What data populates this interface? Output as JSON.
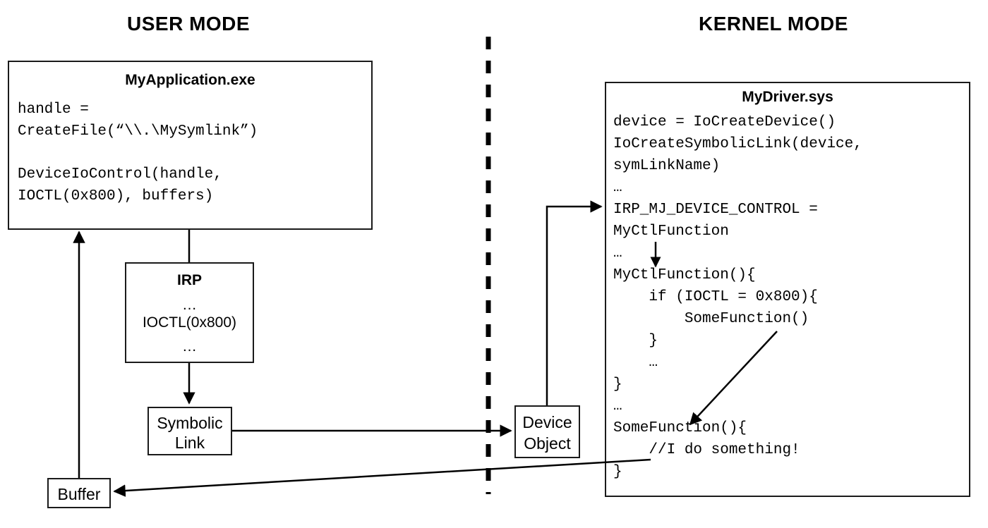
{
  "headers": {
    "user_mode": "USER MODE",
    "kernel_mode": "KERNEL MODE"
  },
  "app_box": {
    "title": "MyApplication.exe",
    "code_line_1": "handle =",
    "code_line_2": "CreateFile(“\\\\.\\MySymlink”)",
    "code_line_3": "DeviceIoControl(handle,",
    "code_line_4": "IOCTL(0x800), buffers)"
  },
  "irp_box": {
    "title": "IRP",
    "line_1": "…",
    "line_2": "IOCTL(0x800)",
    "line_3": "…"
  },
  "symlink_box": {
    "label_line_1": "Symbolic",
    "label_line_2": "Link"
  },
  "buffer_box": {
    "label": "Buffer"
  },
  "device_object_box": {
    "label_line_1": "Device",
    "label_line_2": "Object"
  },
  "driver_box": {
    "title": "MyDriver.sys",
    "code_lines": [
      "device = IoCreateDevice()",
      "IoCreateSymbolicLink(device,",
      "symLinkName)",
      "…",
      "IRP_MJ_DEVICE_CONTROL =",
      "MyCtlFunction",
      "…",
      "MyCtlFunction(){",
      "    if (IOCTL = 0x800){",
      "        SomeFunction()",
      "    }",
      "    …",
      "}",
      "…",
      "SomeFunction(){",
      "    //I do something!",
      "}"
    ]
  },
  "colors": {
    "stroke": "#000000",
    "box_border": "#1a1a1a",
    "background": "#ffffff",
    "text": "#000000"
  },
  "connectors": [
    {
      "name": "app-to-irp",
      "description": "MyApplication.exe bottom down to IRP box top"
    },
    {
      "name": "irp-to-symlink",
      "description": "IRP box bottom down to Symbolic Link box top, arrowhead"
    },
    {
      "name": "symlink-to-device-object",
      "description": "Symbolic Link right across the mode divider to Device Object, arrowhead"
    },
    {
      "name": "device-object-to-driver",
      "description": "Device Object top up then right into MyDriver.sys at IRP_MJ_DEVICE_CONTROL, arrowhead"
    },
    {
      "name": "dispatch-to-myctlfunction",
      "description": "Short vertical arrow from MyCtlFunction reference down to MyCtlFunction() definition"
    },
    {
      "name": "somefunction-call-to-definition",
      "description": "Diagonal arrow from SomeFunction() call down-left to SomeFunction() definition"
    },
    {
      "name": "driver-to-buffer",
      "description": "Long diagonal line from //I do something! back left across divider to Buffer box, arrowhead"
    },
    {
      "name": "buffer-to-app",
      "description": "Vertical arrow from Buffer box up to MyApplication.exe bottom, arrowhead"
    },
    {
      "name": "mode-divider",
      "description": "Vertical dashed line separating user mode from kernel mode"
    }
  ]
}
